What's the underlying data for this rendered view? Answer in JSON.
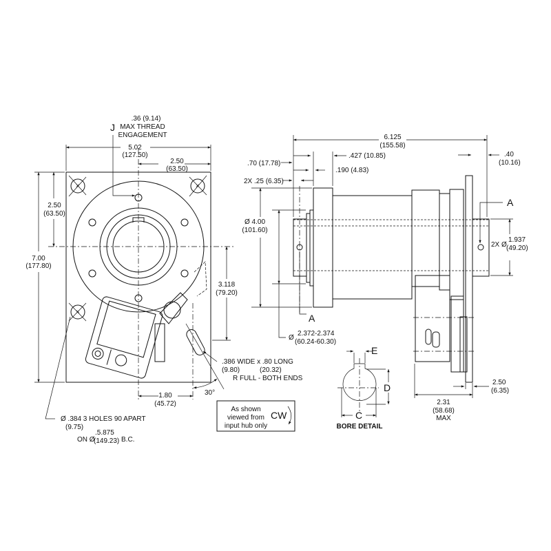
{
  "front_view": {
    "thread_note": [
      ".36 (9.14)",
      "MAX THREAD",
      "ENGAGEMENT"
    ],
    "label_j": "J",
    "width_dim": [
      "5.02",
      "(127.50)"
    ],
    "half_width_dim": [
      "2.50",
      "(63.50)"
    ],
    "half_height_dim": [
      "2.50",
      "(63.50)"
    ],
    "height_dim": [
      "7.00",
      "(177.80)"
    ],
    "offset_dim": [
      "3.118",
      "(79.20)"
    ],
    "slot_offset_dim": [
      "1.80",
      "(45.72)"
    ],
    "angle": "30°",
    "slot_note": [
      ".386 WIDE  x  .80 LONG",
      "(9.80)",
      "(20.32)",
      "R FULL - BOTH ENDS"
    ],
    "holes_note": [
      "Ø .384 3 HOLES 90  APART",
      "(9.75)",
      "ON Ø",
      ".5.875",
      "(149.23)",
      "B.C."
    ]
  },
  "rotation_box": {
    "lines": [
      "As shown",
      "viewed from",
      "input hub only"
    ],
    "direction": "CW"
  },
  "side_view": {
    "overall_dim": [
      "6.125",
      "(155.58)"
    ],
    "dim_070": ".70 (17.78)",
    "dim_0427": ".427 (10.85)",
    "dim_0190": ".190 (4.83)",
    "dim_025": "2X .25 (6.35)",
    "dim_040": [
      ".40",
      "(10.16)"
    ],
    "dia_400": [
      "Ø  4.00",
      "(101.60)"
    ],
    "dia_1937": [
      "2X Ø",
      "1.937",
      "(49.20)"
    ],
    "pilot_dia": [
      "Ø",
      "2.372-2.374",
      "(60.24-60.30)"
    ],
    "label_a": "A",
    "depth_dim": [
      "2.31",
      "(58.68)",
      "MAX"
    ],
    "plate_dim": [
      "2.50",
      "(6.35)"
    ]
  },
  "bore_detail": {
    "title": "BORE DETAIL",
    "label_c": "C",
    "label_d": "D",
    "label_e": "E"
  }
}
